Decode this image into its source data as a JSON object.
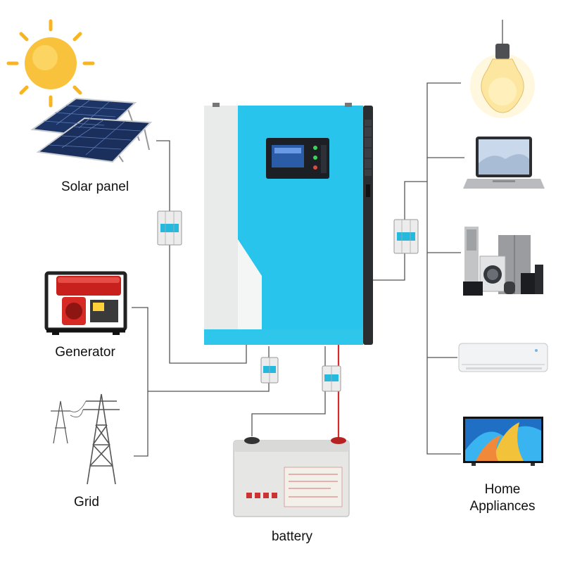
{
  "labels": {
    "solar_panel": "Solar panel",
    "generator": "Generator",
    "grid": "Grid",
    "battery": "battery",
    "home_appliances_line1": "Home",
    "home_appliances_line2": "Appliances"
  },
  "colors": {
    "inverter_cyan": "#29c4ec",
    "inverter_white": "#f4f5f5",
    "inverter_dark": "#2b2e31",
    "wire": "#555555",
    "battery_wire": "#d62b2b",
    "sun": "#f7b522",
    "solar_cell": "#1d3566",
    "battery_body": "#e6e6e4"
  },
  "icons": {
    "inverter": "hybrid-solar-inverter",
    "sun": "sun-icon",
    "solar": "solar-panel-icon",
    "generator": "generator-icon",
    "grid": "power-tower-icon",
    "battery": "battery-icon",
    "breaker": "circuit-breaker-icon",
    "bulb": "light-bulb-icon",
    "laptop": "laptop-icon",
    "appliances": "kitchen-appliances-icon",
    "ac": "air-conditioner-icon",
    "tv": "television-icon"
  }
}
